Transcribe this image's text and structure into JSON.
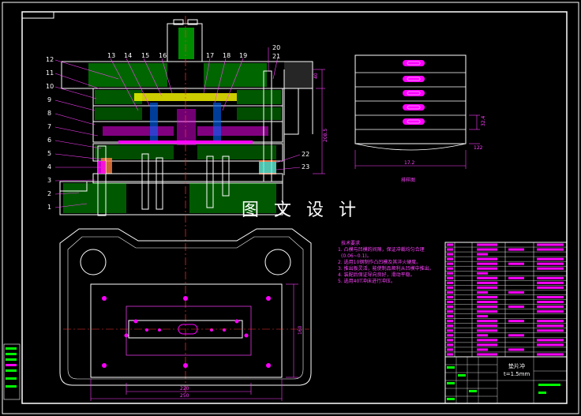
{
  "watermark": "图 文 设 计",
  "colors": {
    "background": "#000000",
    "frame": "#ffffff",
    "outline": "#ffffff",
    "dimension": "#ff40ff",
    "centerline": "#ff3030",
    "hatch_yellow": "#ffff00",
    "hatch_green": "#00ff00",
    "hatch_blue": "#0066ff",
    "hatch_magenta": "#ff00ff",
    "hatch_cyan": "#00ffff",
    "hatch_orange": "#ff8040"
  },
  "section_view": {
    "part_numbers_left": [
      "12",
      "11",
      "10",
      "9",
      "8",
      "7",
      "6",
      "5",
      "4",
      "3",
      "2",
      "1"
    ],
    "part_numbers_top": [
      "13",
      "14",
      "15",
      "16",
      "17",
      "18",
      "19"
    ],
    "part_numbers_right": [
      "20",
      "21",
      "22",
      "23"
    ],
    "dim_right_1": "40",
    "dim_right_2": "208.5"
  },
  "strip_layout": {
    "caption": "排样图",
    "dim_pitch": "32.4",
    "dim_width": "17.2",
    "dim_bottom_overall": "122"
  },
  "plan_view": {
    "dim_bottom_1": "220",
    "dim_bottom_2": "250",
    "dim_right": "160"
  },
  "tech_requirements": {
    "title": "技术要求",
    "items": [
      "1. 凸模与凹模的间隙，保证冲裁均匀合理",
      "(0.06~0.1)。",
      "2. 选用10钢制作凸凹模及其淬火硬度。",
      "3. 推出板灵活，能使制品顺利从凹模中推出。",
      "4. 装配后保证导向良好，滑动平稳。",
      "5. 选用40T冲床进行冲压。"
    ]
  },
  "title_block": {
    "name": "垫片冲",
    "spec": "t=1.5mm"
  }
}
